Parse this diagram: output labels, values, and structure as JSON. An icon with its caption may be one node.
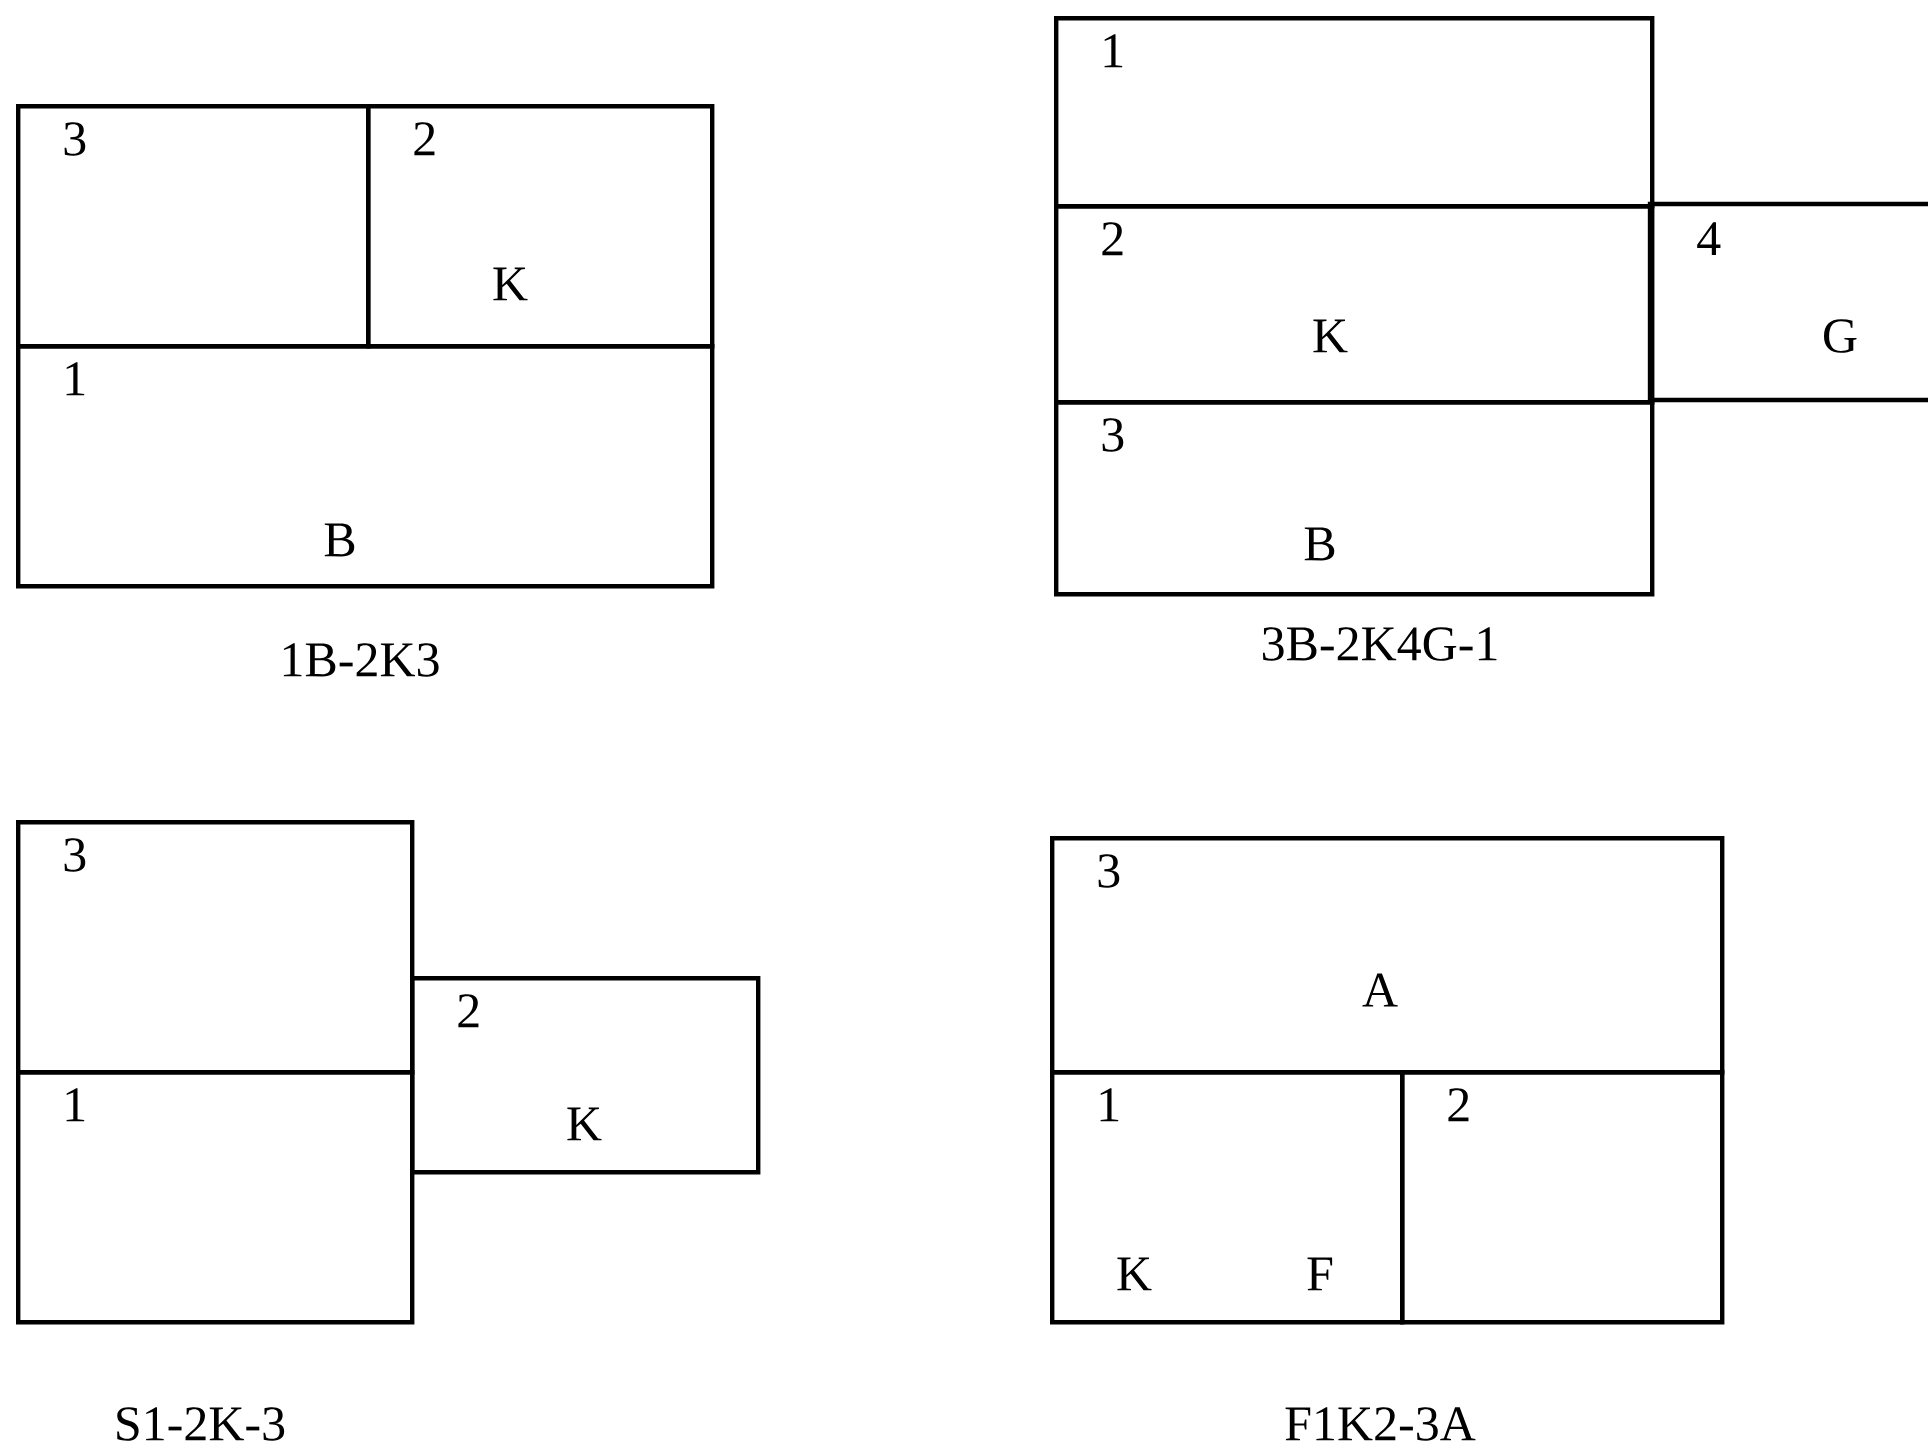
{
  "diagram": {
    "nodes": [
      {
        "text": [
          "3"
        ]
      },
      {
        "text": [
          "2",
          "K"
        ]
      },
      {
        "text": [
          "1",
          "B"
        ]
      },
      {
        "text": [
          "1"
        ]
      },
      {
        "text": [
          "2",
          "K"
        ]
      },
      {
        "text": [
          "4",
          "G"
        ]
      },
      {
        "text": [
          "3",
          "B"
        ]
      },
      {
        "text": [
          "3"
        ]
      },
      {
        "text": [
          "2",
          "K"
        ]
      },
      {
        "text": [
          "1"
        ]
      },
      {
        "text": [
          "3",
          "A"
        ]
      },
      {
        "text": [
          "1",
          "K",
          "F"
        ]
      },
      {
        "text": [
          "2"
        ]
      }
    ],
    "labels": [
      "1B-2K3",
      "3B-2K4G-1",
      "S1-2K-3",
      "F1K2-3A"
    ]
  }
}
